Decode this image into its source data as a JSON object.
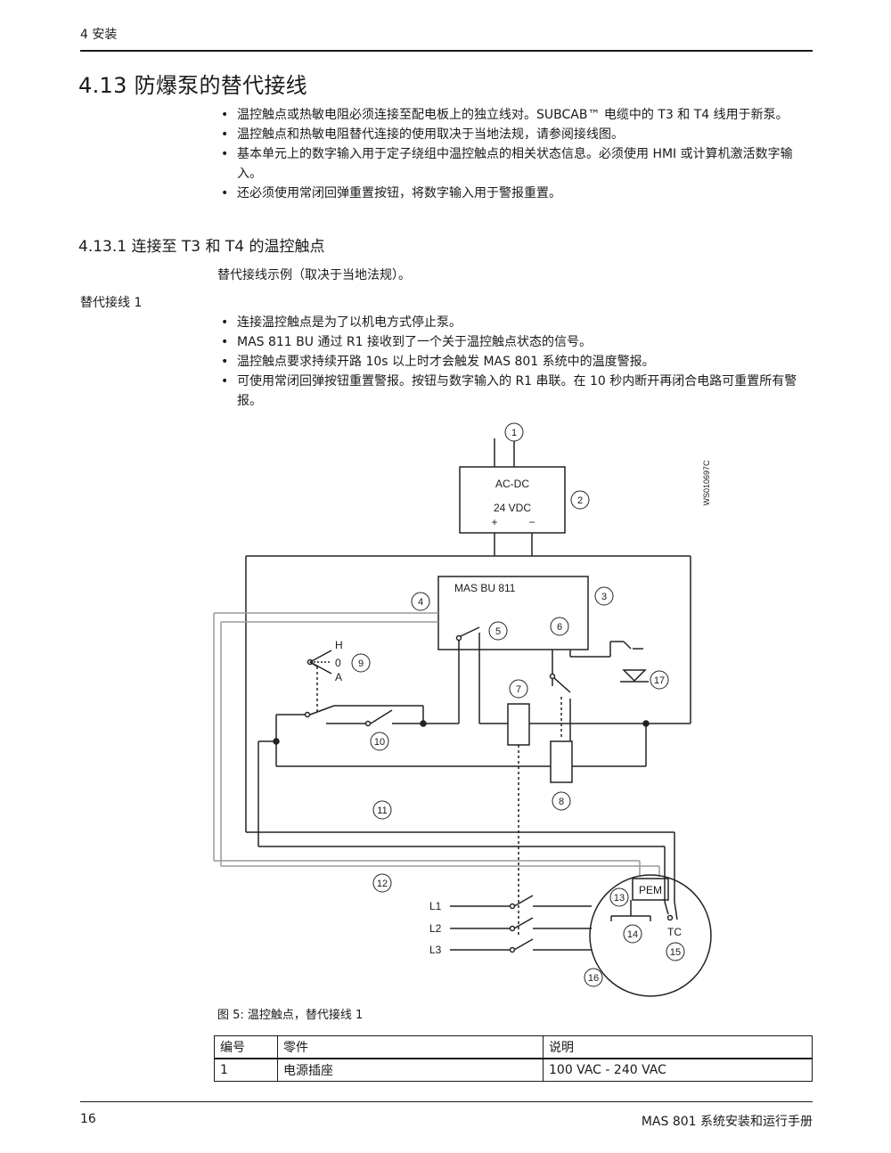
{
  "header": {
    "chapter": "4 安装"
  },
  "section": {
    "title": "4.13 防爆泵的替代接线"
  },
  "intro_bullets": [
    "温控触点或热敏电阻必须连接至配电板上的独立线对。SUBCAB™ 电缆中的 T3 和 T4 线用于新泵。",
    "温控触点和热敏电阻替代连接的使用取决于当地法规，请参阅接线图。",
    "基本单元上的数字输入用于定子绕组中温控触点的相关状态信息。必须使用 HMI 或计算机激活数字输入。",
    "还必须使用常闭回弹重置按钮，将数字输入用于警报重置。"
  ],
  "subsection": {
    "title": "4.13.1 连接至 T3 和 T4 的温控触点",
    "intro": "替代接线示例（取决于当地法规）。",
    "variant_label": "替代接线 1",
    "bullets": [
      "连接温控触点是为了以机电方式停止泵。",
      "MAS 811 BU 通过 R1 接收到了一个关于温控触点状态的信号。",
      "温控触点要求持续开路 10s 以上时才会触发 MAS 801 系统中的温度警报。",
      "可使用常闭回弹按钮重置警报。按钮与数字输入的 R1 串联。在 10 秒内断开再闭合电路可重置所有警报。"
    ]
  },
  "diagram": {
    "code": "WS010697C",
    "psu_line1": "AC-DC",
    "psu_line2": "24 VDC",
    "plus": "+",
    "minus": "−",
    "bu_label": "MAS BU 811",
    "sel_h": "H",
    "sel_0": "0",
    "sel_a": "A",
    "line_l1": "L1",
    "line_l2": "L2",
    "line_l3": "L3",
    "pem": "PEM",
    "tc": "TC",
    "callouts": [
      "1",
      "2",
      "3",
      "4",
      "5",
      "6",
      "7",
      "8",
      "9",
      "10",
      "11",
      "12",
      "13",
      "14",
      "15",
      "16",
      "17"
    ]
  },
  "figure": {
    "caption": "图 5: 温控触点，替代接线 1"
  },
  "parts_table": {
    "headers": [
      "编号",
      "零件",
      "说明"
    ],
    "rows": [
      [
        "1",
        "电源插座",
        "100 VAC - 240 VAC"
      ]
    ]
  },
  "footer": {
    "page": "16",
    "title": "MAS 801 系统安装和运行手册"
  }
}
